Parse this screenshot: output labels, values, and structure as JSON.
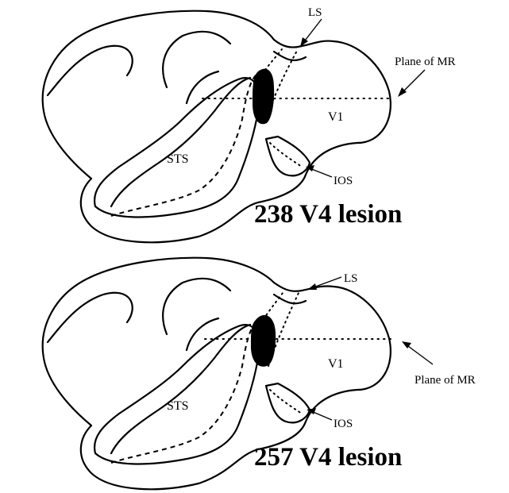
{
  "panels": [
    {
      "caption": "238 V4 lesion",
      "labels": {
        "ls": "LS",
        "plane": "Plane of MR",
        "v1": "V1",
        "sts": "STS",
        "ios": "IOS"
      }
    },
    {
      "caption": "257 V4 lesion",
      "labels": {
        "ls": "LS",
        "plane": "Plane of MR",
        "v1": "V1",
        "sts": "STS",
        "ios": "IOS"
      }
    }
  ]
}
